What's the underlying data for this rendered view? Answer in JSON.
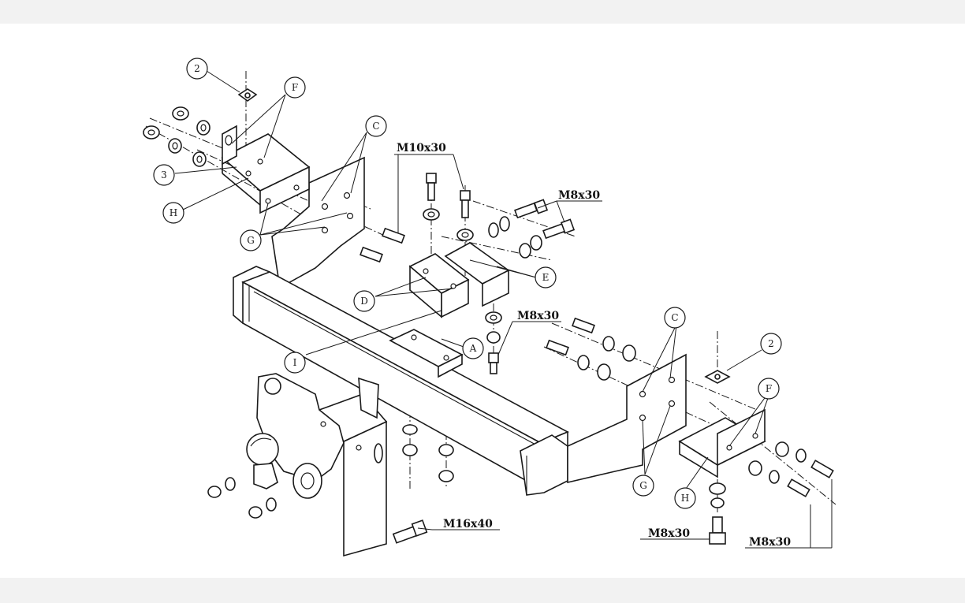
{
  "callouts": [
    {
      "id": "c1",
      "label": "2"
    },
    {
      "id": "c2",
      "label": "F"
    },
    {
      "id": "c3",
      "label": "C"
    },
    {
      "id": "c4",
      "label": "3"
    },
    {
      "id": "c5",
      "label": "H"
    },
    {
      "id": "c6",
      "label": "G"
    },
    {
      "id": "c7",
      "label": "D"
    },
    {
      "id": "c8",
      "label": "E"
    },
    {
      "id": "c9",
      "label": "A"
    },
    {
      "id": "c10",
      "label": "I"
    },
    {
      "id": "c11",
      "label": "C"
    },
    {
      "id": "c12",
      "label": "2"
    },
    {
      "id": "c13",
      "label": "F"
    },
    {
      "id": "c14",
      "label": "G"
    },
    {
      "id": "c15",
      "label": "H"
    }
  ],
  "bolt_specs": [
    {
      "id": "d1",
      "label": "M10x30"
    },
    {
      "id": "d2",
      "label": "M8x30"
    },
    {
      "id": "d3",
      "label": "M8x30"
    },
    {
      "id": "d4",
      "label": "M16x40"
    },
    {
      "id": "d5",
      "label": "M8x30"
    },
    {
      "id": "d6",
      "label": "M8x30"
    }
  ]
}
